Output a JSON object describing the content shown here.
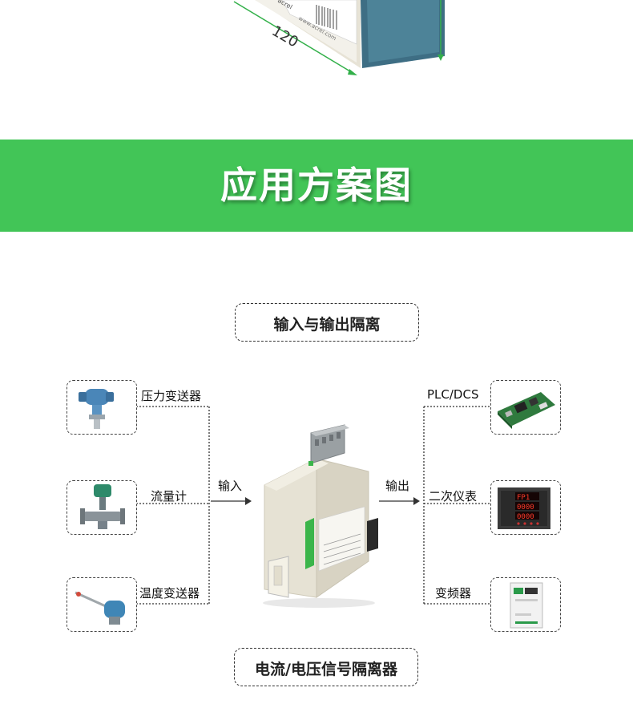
{
  "top_product": {
    "dimension_label": "120",
    "brand_text": "acrel",
    "small_text": "www.acrel.com"
  },
  "banner": {
    "title": "应用方案图",
    "color": "#42c557"
  },
  "diagram": {
    "top_title": "输入与输出隔离",
    "bottom_title": "电流/电压信号隔离器",
    "input_arrow_label": "输入",
    "output_arrow_label": "输出",
    "inputs": [
      {
        "label": "压力变送器",
        "icon": "pressure-transmitter-icon"
      },
      {
        "label": "流量计",
        "icon": "flowmeter-icon"
      },
      {
        "label": "温度变送器",
        "icon": "temperature-transmitter-icon"
      }
    ],
    "outputs": [
      {
        "label": "PLC/DCS",
        "icon": "circuit-board-icon"
      },
      {
        "label": "二次仪表",
        "icon": "panel-meter-icon"
      },
      {
        "label": "变频器",
        "icon": "frequency-inverter-icon"
      }
    ],
    "meter_digits": [
      "FP1",
      "0000",
      "0000"
    ]
  }
}
